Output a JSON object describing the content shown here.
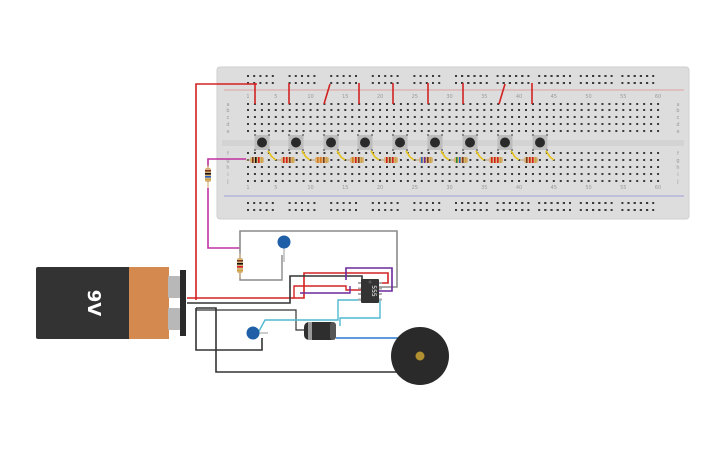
{
  "battery": {
    "label": "9V"
  },
  "chip": {
    "label": "555"
  },
  "breadboard": {
    "column_labels": [
      "1",
      "5",
      "10",
      "15",
      "20",
      "25",
      "30",
      "35",
      "40",
      "45",
      "50",
      "55",
      "60"
    ],
    "row_labels": [
      "a",
      "b",
      "c",
      "d",
      "e",
      "f",
      "g",
      "h",
      "i",
      "j"
    ]
  },
  "buttons_count": 9,
  "colors": {
    "board": "#dddddd",
    "wire_red": "#d32222",
    "wire_black": "#333333",
    "wire_magenta": "#c030a0",
    "wire_purple": "#6a2a9a",
    "wire_cyan": "#4fb8d0",
    "wire_blue": "#2a7ad0",
    "wire_gray": "#888888",
    "battery_body": "#333333",
    "battery_cap": "#d4894f",
    "buzzer": "#2a2a2a",
    "capacitor_blue": "#1f5fa8"
  }
}
